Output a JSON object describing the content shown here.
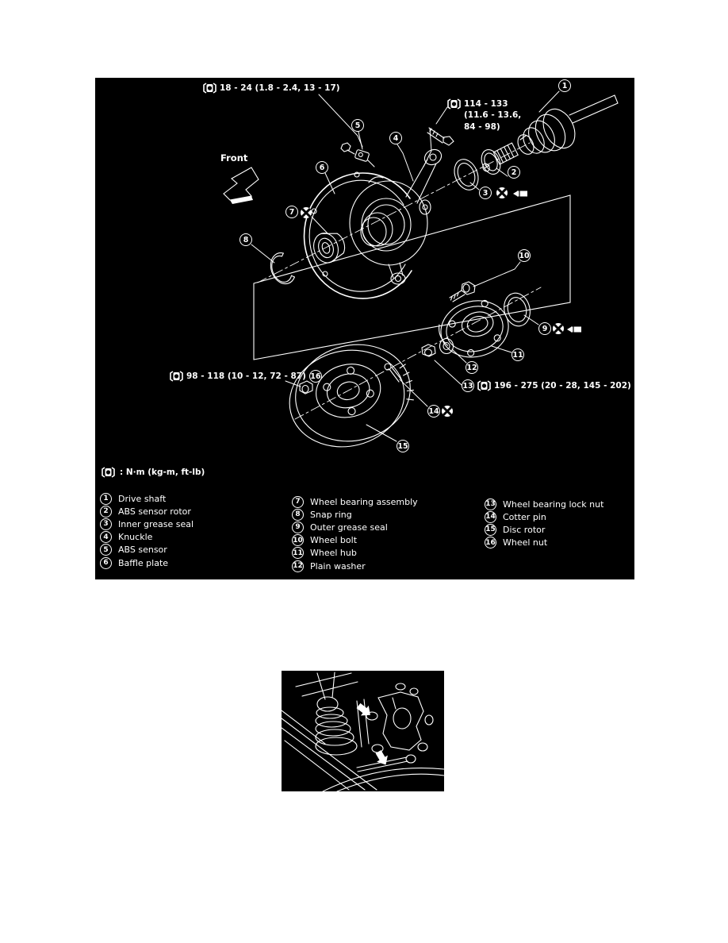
{
  "colors": {
    "figure_bg": "#000000",
    "line": "#ffffff",
    "page_bg": "#ffffff"
  },
  "figure_main": {
    "front_label": "Front",
    "torque_unit_note": ": N·m (kg-m, ft-lb)",
    "torque_specs": {
      "abs_sensor_bolt": "18 - 24 (1.8 - 2.4, 13 - 17)",
      "drive_shaft_nut_line1": "114 - 133",
      "drive_shaft_nut_line2": "(11.6 - 13.6,",
      "drive_shaft_nut_line3": "84 - 98)",
      "wheel_nut": "98 - 118 (10 - 12, 72 - 87)",
      "wheel_bearing_lock_nut": "196 - 275 (20 - 28, 145 - 202)"
    },
    "callouts": {
      "c1": "1",
      "c2": "2",
      "c3": "3",
      "c4": "4",
      "c5": "5",
      "c6": "6",
      "c7": "7",
      "c8": "8",
      "c9": "9",
      "c10": "10",
      "c11": "11",
      "c12": "12",
      "c13": "13",
      "c14": "14",
      "c15": "15",
      "c16": "16"
    },
    "legend": {
      "items": [
        {
          "num": "1",
          "label": "Drive shaft"
        },
        {
          "num": "2",
          "label": "ABS sensor rotor"
        },
        {
          "num": "3",
          "label": "Inner grease seal"
        },
        {
          "num": "4",
          "label": "Knuckle"
        },
        {
          "num": "5",
          "label": "ABS sensor"
        },
        {
          "num": "6",
          "label": "Baffle plate"
        },
        {
          "num": "7",
          "label": "Wheel bearing assembly"
        },
        {
          "num": "8",
          "label": "Snap ring"
        },
        {
          "num": "9",
          "label": "Outer grease seal"
        },
        {
          "num": "10",
          "label": "Wheel bolt"
        },
        {
          "num": "11",
          "label": "Wheel hub"
        },
        {
          "num": "12",
          "label": "Plain washer"
        },
        {
          "num": "13",
          "label": "Wheel bearing lock nut"
        },
        {
          "num": "14",
          "label": "Cotter pin"
        },
        {
          "num": "15",
          "label": "Disc rotor"
        },
        {
          "num": "16",
          "label": "Wheel nut"
        }
      ]
    },
    "icons": {
      "torque": "torque-wrench-icon",
      "replace": "replace-part-icon",
      "grease": "grease-tube-icon"
    }
  },
  "figure_inset": {
    "icons": {
      "pointer": "pointer-arrow-icon"
    }
  }
}
